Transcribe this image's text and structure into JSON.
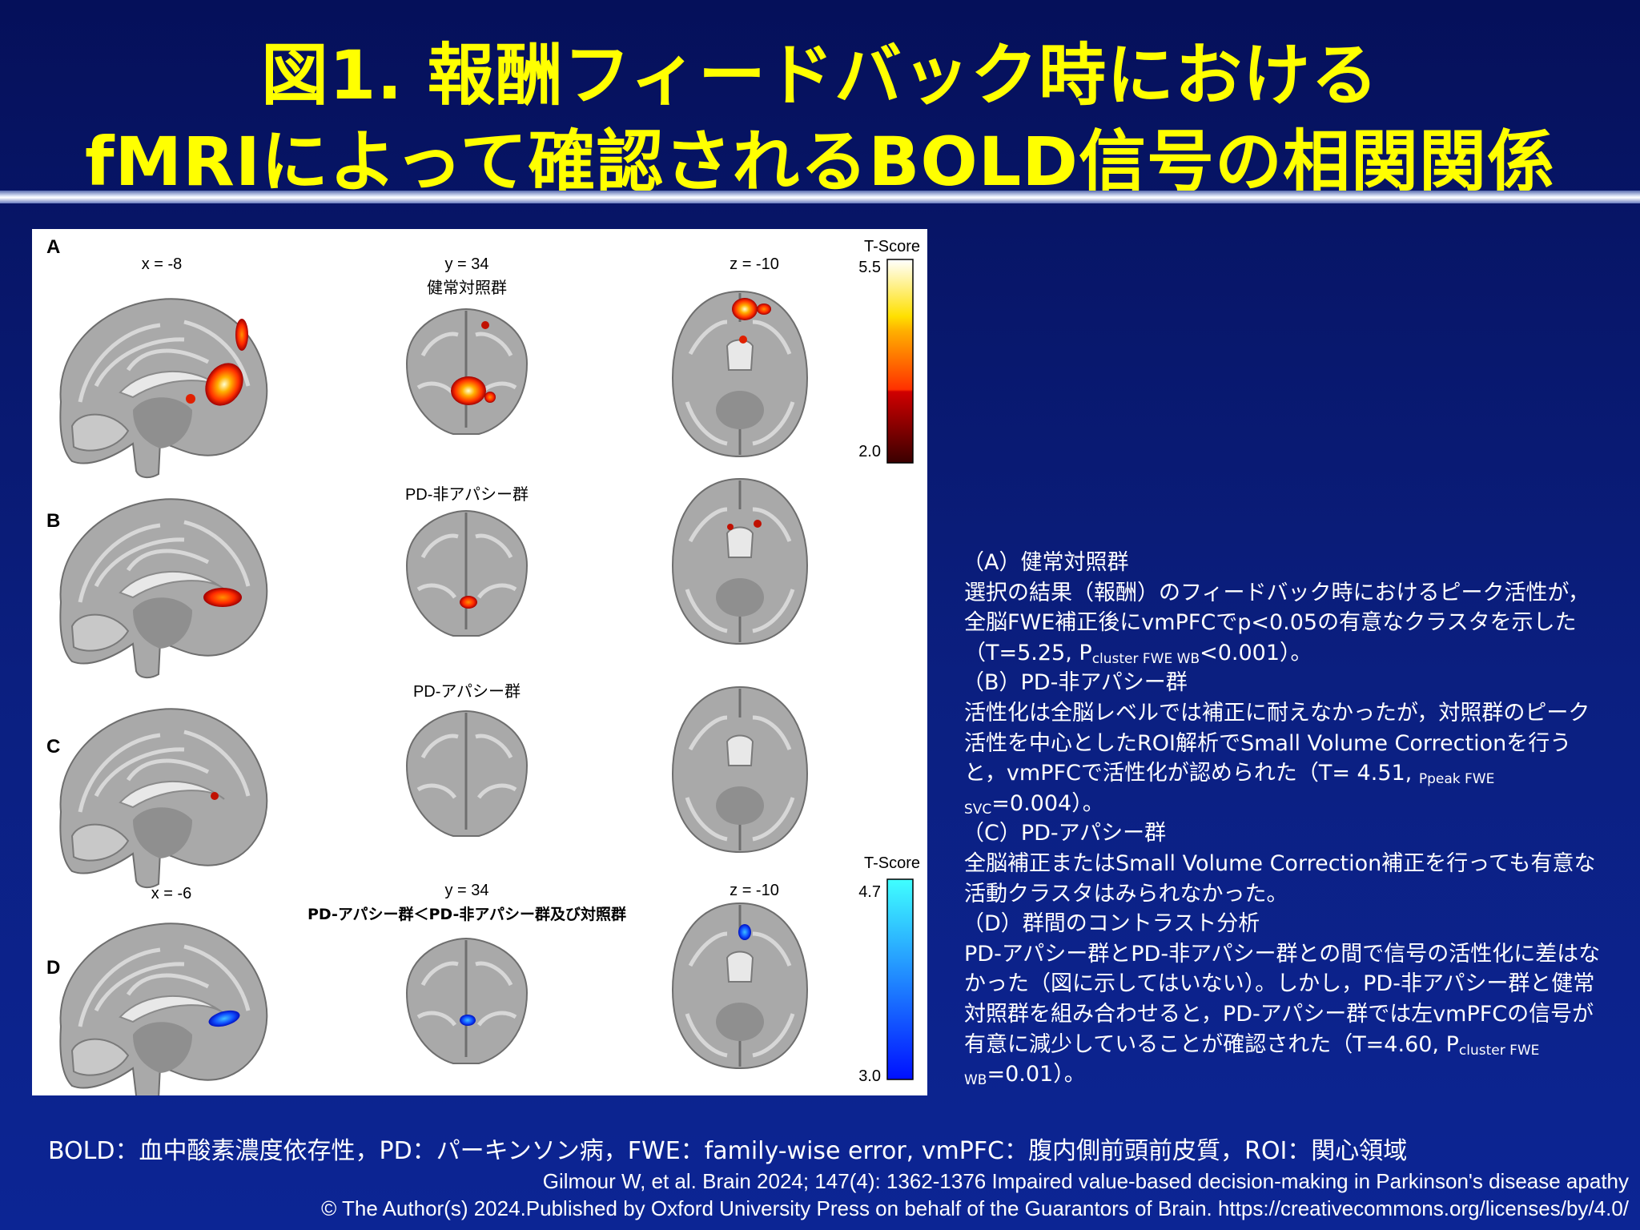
{
  "slide": {
    "title_line1": "図1. 報酬フィードバック時における",
    "title_line2": "fMRIによって確認されるBOLD信号の相関関係"
  },
  "figure": {
    "panels": [
      "A",
      "B",
      "C",
      "D"
    ],
    "coords_top": {
      "x": "x = -8",
      "y": "y = 34",
      "z": "z = -10"
    },
    "coords_bottom": {
      "x": "x = -6",
      "y": "y = 34",
      "z": "z = -10"
    },
    "group_labels": {
      "a": "健常対照群",
      "b": "PD-非アパシー群",
      "c": "PD-アパシー群",
      "d": "PD-アパシー群＜PD-非アパシー群及び対照群"
    },
    "colorbar_hot": {
      "label": "T-Score",
      "max": "5.5",
      "min": "2.0"
    },
    "colorbar_cool": {
      "label": "T-Score",
      "max": "4.7",
      "min": "3.0"
    },
    "colors": {
      "hot_low": "#3a0000",
      "hot_mid": "#ff2000",
      "hot_high": "#ffffff",
      "cool_low": "#0010ff",
      "cool_high": "#40ffff",
      "brain_gray": "#b8b8b8"
    }
  },
  "description": {
    "a_head": "（A）健常対照群",
    "a_body1": "選択の結果（報酬）のフィードバック時におけるピーク活性が，全脳FWE補正後にvmPFCでp<0.05の有意なクラスタを示した（T=5.25, P",
    "a_sub": "cluster FWE WB",
    "a_body2": "<0.001）。",
    "b_head": "（B）PD-非アパシー群",
    "b_body1": "活性化は全脳レベルでは補正に耐えなかったが，対照群のピーク活性を中心としたROI解析でSmall Volume Correctionを行うと，vmPFCで活性化が認められた（T= 4.51, ",
    "b_sub": "Ppeak FWE SVC",
    "b_body2": "=0.004）。",
    "c_head": "（C）PD-アパシー群",
    "c_body": "全脳補正またはSmall Volume Correction補正を行っても有意な活動クラスタはみられなかった。",
    "d_head": "（D）群間のコントラスト分析",
    "d_body1": "PD-アパシー群とPD-非アパシー群との間で信号の活性化に差はなかった（図に示してはいない）。しかし，PD-非アパシー群と健常対照群を組み合わせると，PD-アパシー群では左vmPFCの信号が有意に減少していることが確認された（T=4.60, P",
    "d_sub": "cluster FWE WB",
    "d_body2": "=0.01）。"
  },
  "footer": {
    "abbreviations": "BOLD：血中酸素濃度依存性，PD：パーキンソン病，FWE：family-wise  error,   vmPFC：腹内側前頭前皮質，ROI：関心領域",
    "citation": "Gilmour W, et al. Brain 2024; 147(4): 1362-1376 Impaired value-based decision-making in Parkinson's disease apathy",
    "license": "© The Author(s) 2024.Published by Oxford University Press on behalf of the Guarantors of Brain. https://creativecommons.org/licenses/by/4.0/"
  }
}
